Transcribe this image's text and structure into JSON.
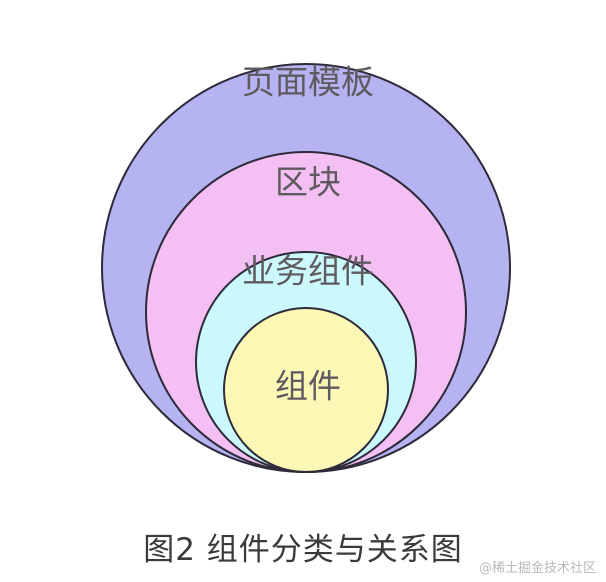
{
  "diagram": {
    "levels": [
      {
        "label": "页面模板",
        "color": "#b5b3f2"
      },
      {
        "label": "区块",
        "color": "#f4bff3"
      },
      {
        "label": "业务组件",
        "color": "#cbf9fb"
      },
      {
        "label": "组件",
        "color": "#fbf7b5"
      }
    ],
    "stroke_color": "#2e2a3a"
  },
  "caption": "图2 组件分类与关系图",
  "watermark": "@稀土掘金技术社区"
}
